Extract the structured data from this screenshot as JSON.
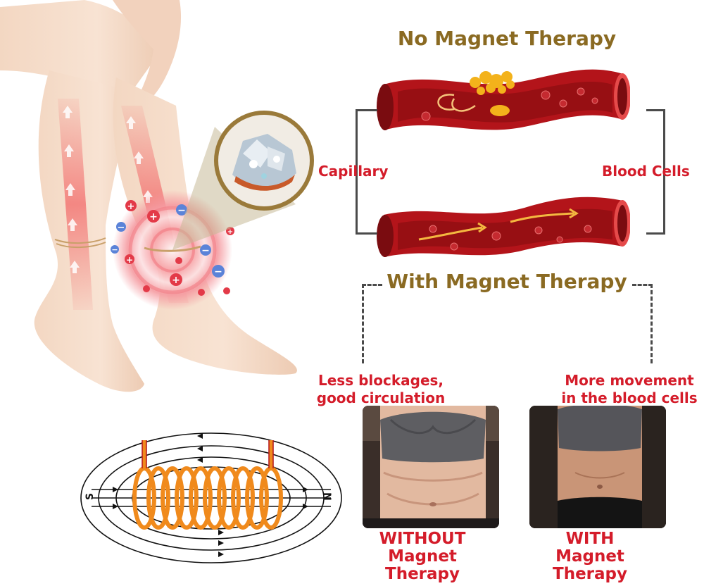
{
  "headings": {
    "no_magnet": "No Magnet Therapy",
    "with_magnet": "With Magnet Therapy"
  },
  "labels": {
    "capillary": "Capillary",
    "blood_cells": "Blood Cells",
    "less_blockages_line1": "Less blockages,",
    "less_blockages_line2": "good circulation",
    "more_movement_line1": "More movement",
    "more_movement_line2": "in the blood cells"
  },
  "captions": {
    "without_line1": "WITHOUT",
    "without_line2": "Magnet",
    "without_line3": "Therapy",
    "with_line1": "WITH",
    "with_line2": "Magnet",
    "with_line3": "Therapy"
  },
  "coil": {
    "pole_left": "S",
    "pole_right": "N"
  },
  "colors": {
    "heading_gold": "#8a6a22",
    "accent_red": "#d41c2a",
    "vessel_red": "#b3141a",
    "coil_orange": "#f08a1c"
  }
}
